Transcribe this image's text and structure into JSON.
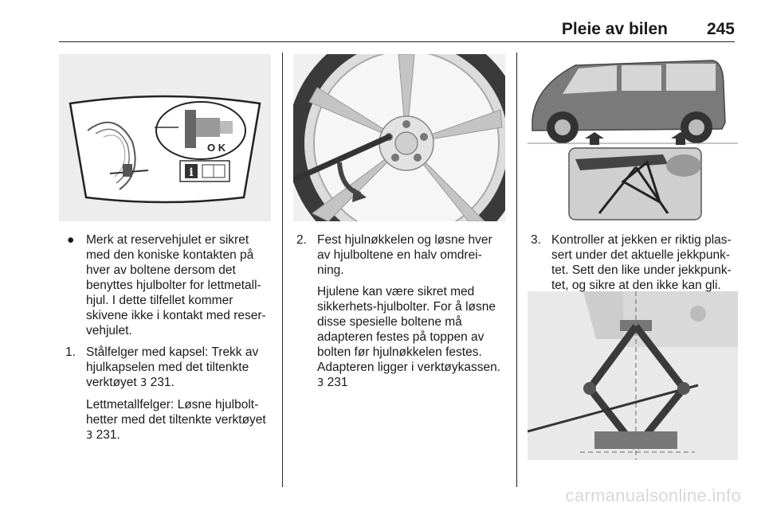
{
  "header": {
    "title": "Pleie av bilen",
    "page_number": "245"
  },
  "figures": {
    "fig1_label": "O K",
    "fig1_info_icon": "info-icon",
    "fig2_icon": "wheel-wrench-icon",
    "fig3_icon": "van-jack-points-icon",
    "fig4_icon": "scissor-jack-icon"
  },
  "col1": {
    "bullet_mark": "●",
    "bullet_text": "Merk at reservehjulet er sikret med den koniske kontakten på hver av boltene dersom det benyttes hjulbolter for lettmetall-hjul. I dette tilfellet kommer skivene ikke i kontakt med reser-vehjulet.",
    "step1_number": "1.",
    "step1_text": "Stålfelger med kapsel: Trekk av hjulkapselen med det tiltenkte verktøyet",
    "step1_ref": "231.",
    "step1_sub_text": "Lettmetallfelger: Løsne hjulbolt-hetter med det tiltenkte verktøyet",
    "step1_sub_ref": "231."
  },
  "col2": {
    "step2_number": "2.",
    "step2_text": "Fest hjulnøkkelen og løsne hver av hjulboltene en halv omdrei-ning.",
    "step2_sub_text": "Hjulene kan være sikret med sikkerhets-hjulbolter. For å løsne disse spesielle boltene må adapteren festes på toppen av bolten før hjulnøkkelen festes. Adapteren ligger i verktøykassen.",
    "step2_sub_ref": "231"
  },
  "col3": {
    "step3_number": "3.",
    "step3_text": "Kontroller at jekken er riktig plas-sert under det aktuelle jekkpunk-tet. Sett den like under jekkpunk-tet, og sikre at den ikke kan gli."
  },
  "ref_symbol": "3",
  "watermark": "carmanualsonline.info"
}
